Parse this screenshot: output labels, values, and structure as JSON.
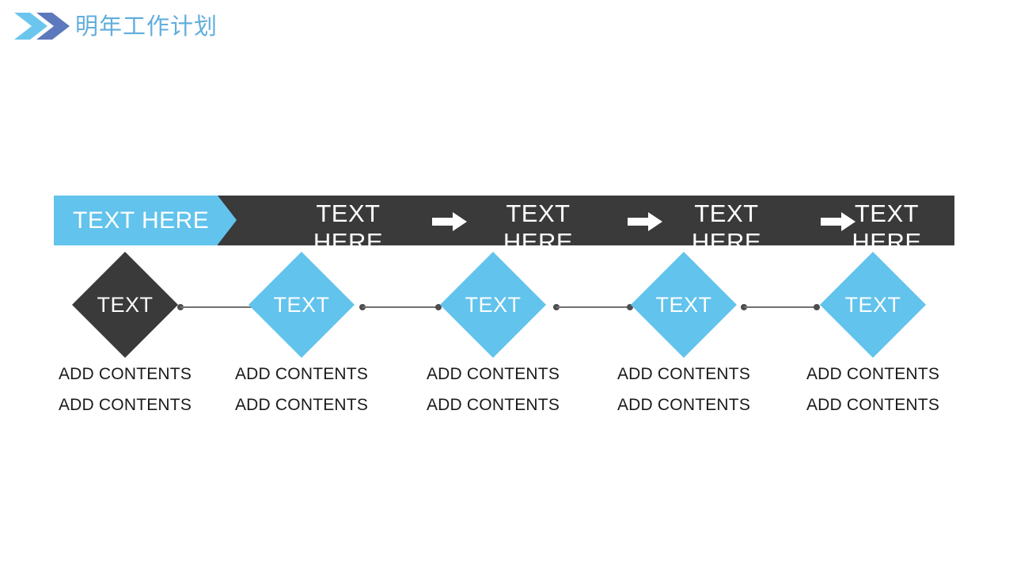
{
  "header": {
    "title": "明年工作计划",
    "logo": {
      "name": "double-chevron-logo",
      "chevron_light_color": "#6BC6EE",
      "chevron_dark_color": "#5B79BC"
    },
    "title_color": "#62AEDC"
  },
  "banner": {
    "background_color": "#3a3a3a",
    "tab": {
      "label": "TEXT HERE",
      "color": "#62c3ec",
      "text_color": "#ffffff"
    },
    "arrow_icon_name": "right-block-arrow-icon",
    "arrow_color": "#ffffff",
    "cells": [
      {
        "line1": "TEXT",
        "line2": "HERE"
      },
      {
        "line1": "TEXT",
        "line2": "HERE"
      },
      {
        "line1": "TEXT",
        "line2": "HERE"
      },
      {
        "line1": "TEXT",
        "line2": "HERE"
      }
    ]
  },
  "steps": [
    {
      "label": "TEXT",
      "color": "#3a3a3a",
      "caption_line1": "ADD CONTENTS",
      "caption_line2": "ADD CONTENTS"
    },
    {
      "label": "TEXT",
      "color": "#62c3ec",
      "caption_line1": "ADD CONTENTS",
      "caption_line2": "ADD CONTENTS"
    },
    {
      "label": "TEXT",
      "color": "#62c3ec",
      "caption_line1": "ADD CONTENTS",
      "caption_line2": "ADD CONTENTS"
    },
    {
      "label": "TEXT",
      "color": "#62c3ec",
      "caption_line1": "ADD CONTENTS",
      "caption_line2": "ADD CONTENTS"
    },
    {
      "label": "TEXT",
      "color": "#62c3ec",
      "caption_line1": "ADD CONTENTS",
      "caption_line2": "ADD CONTENTS"
    }
  ],
  "connector": {
    "line_color": "#707070",
    "dot_color": "#4d4d4d"
  }
}
